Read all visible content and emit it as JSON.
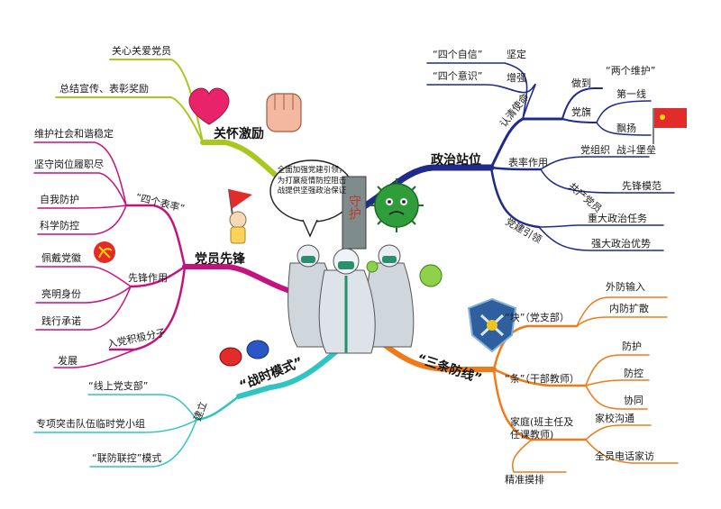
{
  "center": {
    "bubble_text": "全面加强党建引领，为打赢疫情防控阻击战提供坚强政治保证",
    "sign_text": "守护"
  },
  "topics": {
    "political": {
      "title": "政治站位",
      "color": "#1f2a8a",
      "sub": {
        "mission": "认清使命",
        "jianding": "坚定",
        "four_confidence": "“四个自信”",
        "zengqiang": "增强",
        "four_awareness": "“四个意识”",
        "zuodao": "做到",
        "two_maintain": "“两个维护”",
        "dangqi": "党旗",
        "front_line": "第一线",
        "piaoyang": "飘扬",
        "exemplary": "表率作用",
        "party_org": "党组织",
        "bastion": "战斗堡垒",
        "party_member": "共产党员",
        "vanguard": "先锋模范",
        "lead": "党建引领",
        "task": "重大政治任务",
        "advantage": "强大政治优势"
      }
    },
    "care": {
      "title": "关怀激励",
      "color": "#a8c81e",
      "sub": {
        "care_love": "关心关爱党员",
        "summary": "总结宣传、表彰奖励"
      }
    },
    "vanguard": {
      "title": "党员先锋",
      "color": "#c4127f",
      "sub": {
        "four_models": "“四个表率”",
        "stability": "维护社会和谐稳定",
        "stick_post": "坚守岗位履职尽",
        "self_protect": "自我防护",
        "scientific": "科学防控",
        "role": "先锋作用",
        "badge": "佩戴党徽",
        "identity": "亮明身份",
        "promise": "践行承诺",
        "activists": "入党积极分子",
        "develop": "发展"
      }
    },
    "wartime": {
      "title": "“战时模式”",
      "color": "#2ec4c4",
      "sub": {
        "build": "建立",
        "online_branch": "“线上党支部”",
        "temp_group": "专项突击队伍临时党小组",
        "joint_mode": "“联防联控”模式"
      }
    },
    "three_lines": {
      "title": "“三条防线”",
      "color": "#ef7a17",
      "sub": {
        "block": "“块”（党支部）",
        "ext_input": "外防输入",
        "int_spread": "内防扩散",
        "strip": "“条”（干部教师）",
        "protect": "防护",
        "control": "防控",
        "cooperate": "协同",
        "family_l1": "家庭(班主任及",
        "family_l2": "任课教师)",
        "home_school": "家校沟通",
        "phone_visit": "全员电话家访",
        "screening": "精准摸排"
      }
    }
  }
}
